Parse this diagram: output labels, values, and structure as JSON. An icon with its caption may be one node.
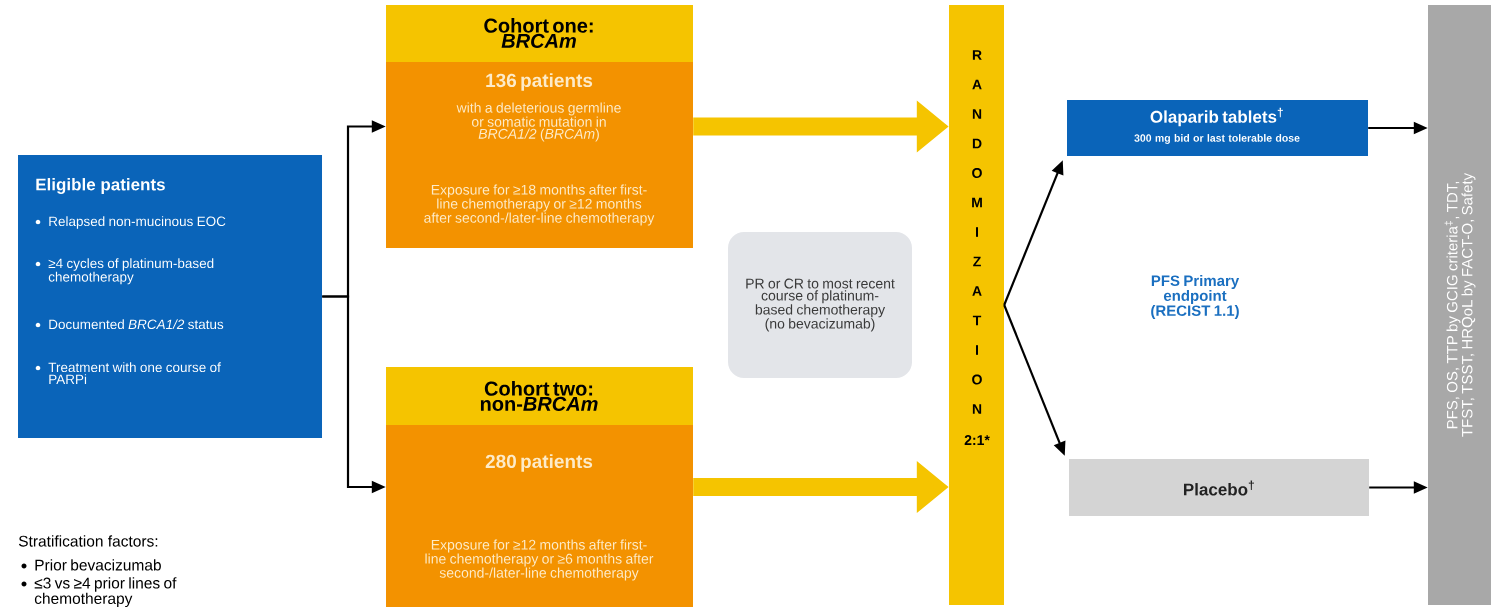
{
  "diagram": {
    "nodes": [
      {
        "text": [
          "Eligible patients",
          "Relapsed non-mucinous EOC",
          "≥4 cycles of platinum-based chemotherapy",
          "Documented *BRCA1/2* status",
          "Treatment with one course of PARPi"
        ]
      },
      {
        "text": [
          "Cohort one: *BRCAm*",
          "136 patients",
          "with a deleterious germline or somatic mutation in *BRCA1/2* (*BRCAm*)",
          "Exposure for ≥18 months after first-line chemotherapy or ≥12 months after second-/later-line chemotherapy"
        ]
      },
      {
        "text": [
          "Cohort two: non-*BRCAm*",
          "280 patients",
          "Exposure for ≥12 months after first-line chemotherapy or ≥6 months after second-/later-line chemotherapy"
        ]
      },
      {
        "text": [
          "PR or CR to most recent course of platinum-based chemotherapy (no bevacizumab)"
        ]
      },
      {
        "text": [
          "RANDOMIZATION",
          "2:1*"
        ]
      },
      {
        "text": [
          "Olaparib tablets$^{†}$",
          "300 mg bid or last tolerable dose"
        ]
      },
      {
        "text": [
          "Placebo$^{†}$"
        ]
      },
      {
        "text": [
          "PFS, OS, TTP by GCIG criteria$^{‡}$, TDT, TFST, TSST, HRQoL by FACT-O, Safety"
        ]
      }
    ],
    "edges": [
      {
        "from": 0,
        "to": 1,
        "arrow": "to"
      },
      {
        "from": 0,
        "to": 2,
        "arrow": "to"
      },
      {
        "from": 1,
        "to": 4,
        "arrow": "to",
        "style": "thick",
        "color": "#f5c400"
      },
      {
        "from": 2,
        "to": 4,
        "arrow": "to",
        "style": "thick",
        "color": "#f5c400"
      },
      {
        "from": 4,
        "to": 5,
        "arrow": "to"
      },
      {
        "from": 4,
        "to": 6,
        "arrow": "to"
      },
      {
        "from": 5,
        "to": 7,
        "arrow": "to"
      },
      {
        "from": 6,
        "to": 7,
        "arrow": "to"
      }
    ],
    "labels": [
      "PFS Primary endpoint (RECIST 1.1)",
      "Stratification factors:",
      "Prior bevacizumab",
      "≤3 vs ≥4 prior lines of chemotherapy"
    ]
  }
}
